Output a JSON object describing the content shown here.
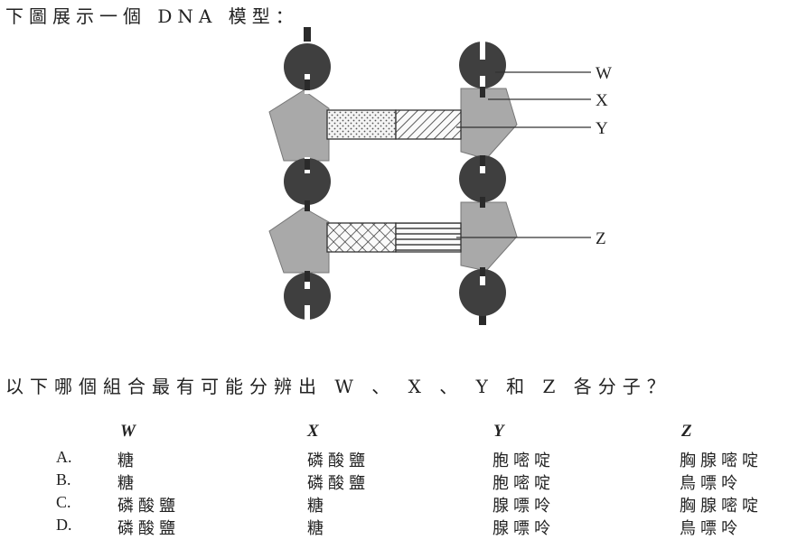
{
  "intro": "下圖展示一個 DNA 模型：",
  "labels": [
    "W",
    "X",
    "Y",
    "Z"
  ],
  "question": "以下哪個組合最有可能分辨出 W 、 X 、 Y 和 Z 各分子？",
  "table": {
    "headers": [
      "W",
      "X",
      "Y",
      "Z"
    ],
    "rows": [
      {
        "option": "A.",
        "cells": [
          "糖",
          "磷酸鹽",
          "胞嘧啶",
          "胸腺嘧啶"
        ]
      },
      {
        "option": "B.",
        "cells": [
          "糖",
          "磷酸鹽",
          "胞嘧啶",
          "鳥嘌呤"
        ]
      },
      {
        "option": "C.",
        "cells": [
          "磷酸鹽",
          "糖",
          "腺嘌呤",
          "胸腺嘧啶"
        ]
      },
      {
        "option": "D.",
        "cells": [
          "磷酸鹽",
          "糖",
          "腺嘌呤",
          "鳥嘌呤"
        ]
      }
    ]
  },
  "colors": {
    "circle": "#3f3f3f",
    "pentagon": "#a9a9a9",
    "ink": "#222222"
  }
}
